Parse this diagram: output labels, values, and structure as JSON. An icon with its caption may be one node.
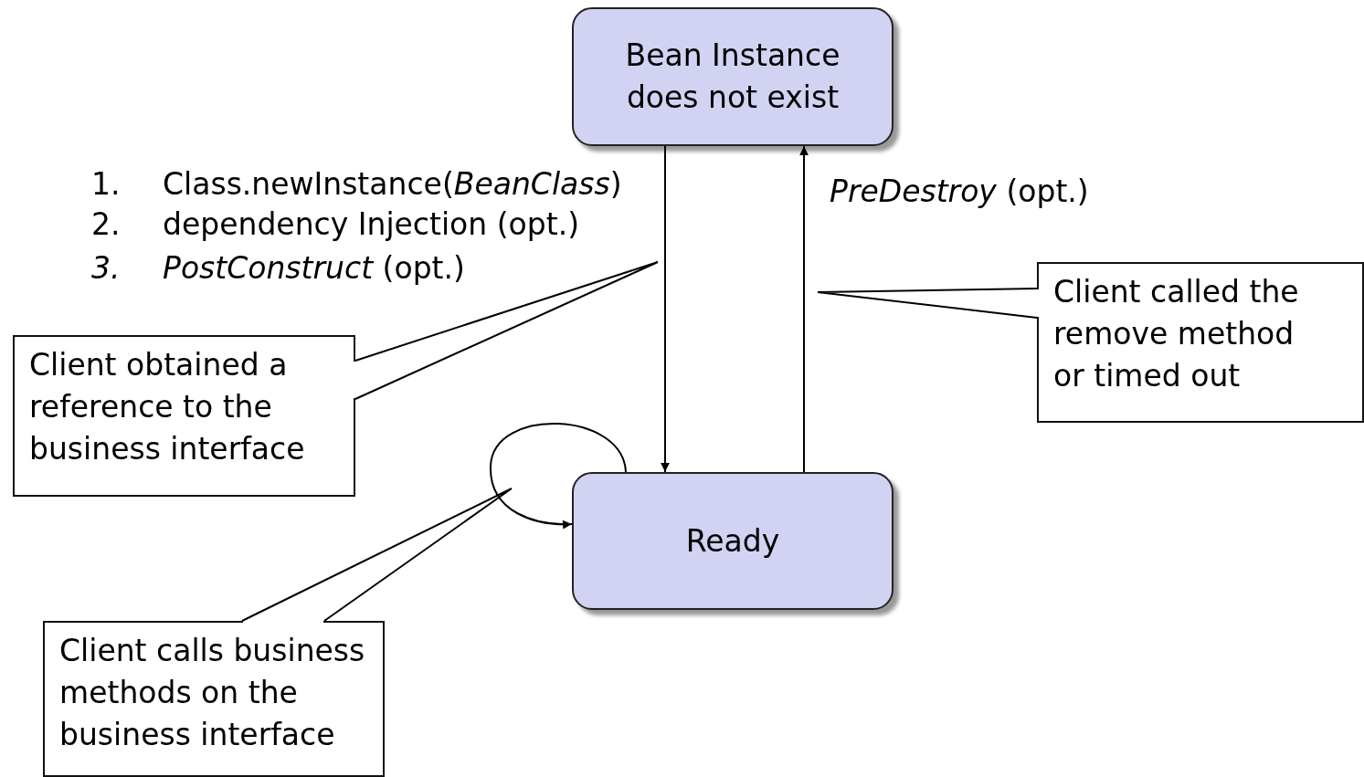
{
  "diagram": {
    "nodes": [
      {
        "text": [
          "Bean Instance does not exist"
        ]
      },
      {
        "text": [
          "Ready"
        ]
      },
      {
        "text": [
          "Client obtained a reference to the business interface"
        ]
      },
      {
        "text": [
          "Client called the remove method or timed out"
        ]
      },
      {
        "text": [
          "Client calls business methods on the business interface"
        ]
      }
    ],
    "edges": [
      {
        "from": 0,
        "to": 1,
        "arrow": "to"
      },
      {
        "from": 1,
        "to": 0,
        "arrow": "to",
        "label": "*PreDestroy* (opt.)"
      },
      {
        "from": 1,
        "to": 1,
        "arrow": "to"
      },
      {
        "from": 2,
        "to": null,
        "arrow": "none"
      },
      {
        "from": 3,
        "to": null,
        "arrow": "none"
      },
      {
        "from": 4,
        "to": null,
        "arrow": "none"
      }
    ],
    "labels": [
      "1.",
      "Class.newInstance(*BeanClass*)",
      "2.",
      "dependency Injection (opt.)",
      "3.",
      "*PostConstruct* (opt.)"
    ]
  }
}
